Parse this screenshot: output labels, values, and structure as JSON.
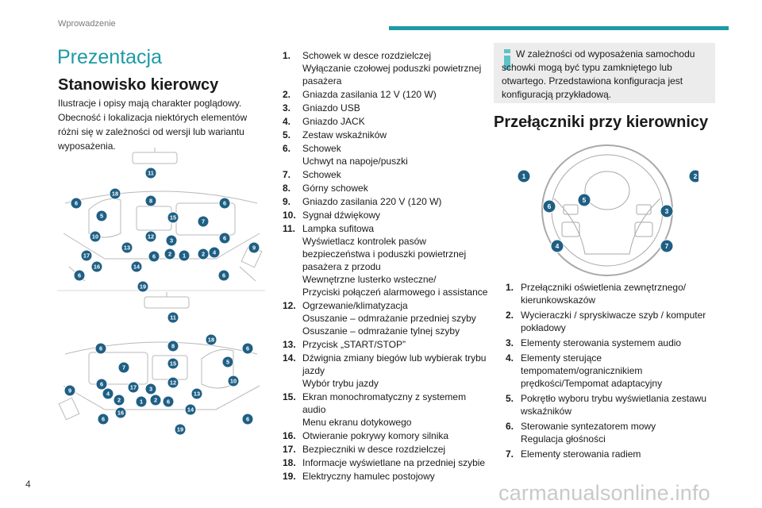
{
  "header": {
    "section": "Wprowadzenie"
  },
  "page_title": "Prezentacja",
  "section1": {
    "title": "Stanowisko kierowcy",
    "intro": "Ilustracje i opisy mają charakter poglądowy. Obecność i lokalizacja niektórych elementów różni się w zależności od wersji lub wariantu wyposażenia."
  },
  "dashboard_items": [
    {
      "num": "1.",
      "text": "Schowek w desce rozdzielczej\nWyłączanie czołowej poduszki powietrznej pasażera"
    },
    {
      "num": "2.",
      "text": "Gniazda zasilania 12 V (120 W)"
    },
    {
      "num": "3.",
      "text": "Gniazdo USB"
    },
    {
      "num": "4.",
      "text": "Gniazdo JACK"
    },
    {
      "num": "5.",
      "text": "Zestaw wskaźników"
    },
    {
      "num": "6.",
      "text": "Schowek\nUchwyt na napoje/puszki"
    },
    {
      "num": "7.",
      "text": "Schowek"
    },
    {
      "num": "8.",
      "text": "Górny schowek"
    },
    {
      "num": "9.",
      "text": "Gniazdo zasilania 220 V (120 W)"
    },
    {
      "num": "10.",
      "text": "Sygnał dźwiękowy"
    },
    {
      "num": "11.",
      "text": "Lampka sufitowa\nWyświetlacz kontrolek pasów bezpieczeństwa i poduszki powietrznej pasażera z przodu\nWewnętrzne lusterko wsteczne/\nPrzyciski połączeń alarmowego i assistance"
    },
    {
      "num": "12.",
      "text": "Ogrzewanie/klimatyzacja\nOsuszanie – odmrażanie przedniej szyby\nOsuszanie – odmrażanie tylnej szyby"
    },
    {
      "num": "13.",
      "text": "Przycisk „START/STOP”"
    },
    {
      "num": "14.",
      "text": "Dźwignia zmiany biegów lub wybierak trybu jazdy\nWybór trybu jazdy"
    },
    {
      "num": "15.",
      "text": "Ekran monochromatyczny z systemem audio\nMenu ekranu dotykowego"
    },
    {
      "num": "16.",
      "text": "Otwieranie pokrywy komory silnika"
    },
    {
      "num": "17.",
      "text": "Bezpieczniki w desce rozdzielczej"
    },
    {
      "num": "18.",
      "text": "Informacje wyświetlane na przedniej szybie"
    },
    {
      "num": "19.",
      "text": "Elektryczny hamulec postojowy"
    }
  ],
  "infobox": {
    "text": "W zależności od wyposażenia samochodu schowki mogą być typu zamkniętego lub otwartego. Przedstawiona konfiguracja jest konfiguracją przykładową."
  },
  "section2": {
    "title": "Przełączniki przy kierownicy"
  },
  "wheel_items": [
    {
      "num": "1.",
      "text": "Przełączniki oświetlenia zewnętrznego/\nkierunkowskazów"
    },
    {
      "num": "2.",
      "text": "Wycieraczki / spryskiwacze szyb / komputer pokładowy"
    },
    {
      "num": "3.",
      "text": "Elementy sterowania systemem audio"
    },
    {
      "num": "4.",
      "text": "Elementy sterujące tempomatem/ogranicznikiem prędkości/Tempomat adaptacyjny"
    },
    {
      "num": "5.",
      "text": "Pokrętło wyboru trybu wyświetlania zestawu wskaźników"
    },
    {
      "num": "6.",
      "text": "Sterowanie syntezatorem mowy\nRegulacja głośności"
    },
    {
      "num": "7.",
      "text": "Elementy sterowania radiem"
    }
  ],
  "figure_labels_top": [
    "11",
    "18",
    "8",
    "6",
    "6",
    "5",
    "15",
    "7",
    "10",
    "12",
    "3",
    "6",
    "9",
    "13",
    "6",
    "2",
    "1",
    "2",
    "4",
    "17",
    "16",
    "14",
    "6",
    "6",
    "19"
  ],
  "figure_labels_bottom": [
    "11",
    "8",
    "18",
    "6",
    "6",
    "15",
    "5",
    "7",
    "6",
    "17",
    "12",
    "3",
    "10",
    "4",
    "2",
    "1",
    "2",
    "6",
    "13",
    "9",
    "16",
    "14",
    "6",
    "6",
    "19"
  ],
  "wheel_labels": [
    "1",
    "2",
    "5",
    "6",
    "3",
    "4",
    "7"
  ],
  "page_number": "4",
  "watermark": "carmanualsonline.info",
  "colors": {
    "accent": "#1e9aa5",
    "badge": "#1f5f84",
    "infobox_bg": "#ececec",
    "info_icon": "#5fc2c9"
  }
}
